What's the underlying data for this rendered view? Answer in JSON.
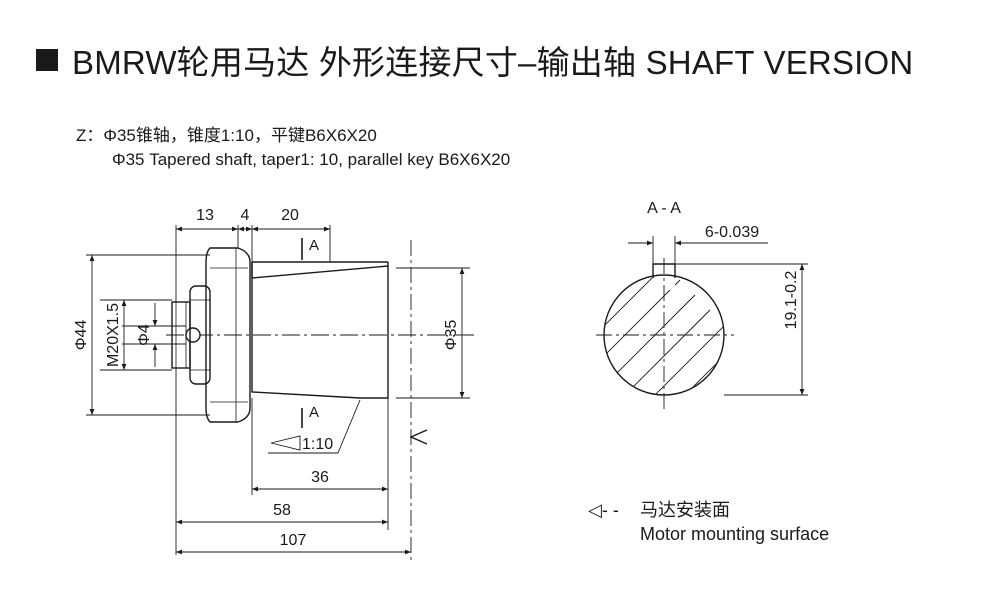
{
  "title": "BMRW轮用马达 外形连接尺寸–输出轴 SHAFT VERSION",
  "note": {
    "line1": "Z：Φ35锥轴，锥度1:10，平键B6X6X20",
    "line2": "Φ35 Tapered shaft, taper1: 10, parallel key B6X6X20"
  },
  "dims": {
    "d13": "13",
    "d4": "4",
    "d20": "20",
    "phi44": "Φ44",
    "m20": "M20X1.5",
    "phi4": "Φ4",
    "phi35": "Φ35",
    "taper": "1:10",
    "d36": "36",
    "d58": "58",
    "d107": "107",
    "section_mark": "A",
    "section_title": "A - A",
    "key_width": "6-0.039",
    "key_depth": "19.1-0.2"
  },
  "legend": {
    "symbol": "◁- -",
    "cn": "马达安装面",
    "en": "Motor mounting surface"
  },
  "colors": {
    "ink": "#1a1a1a",
    "background": "#ffffff"
  }
}
